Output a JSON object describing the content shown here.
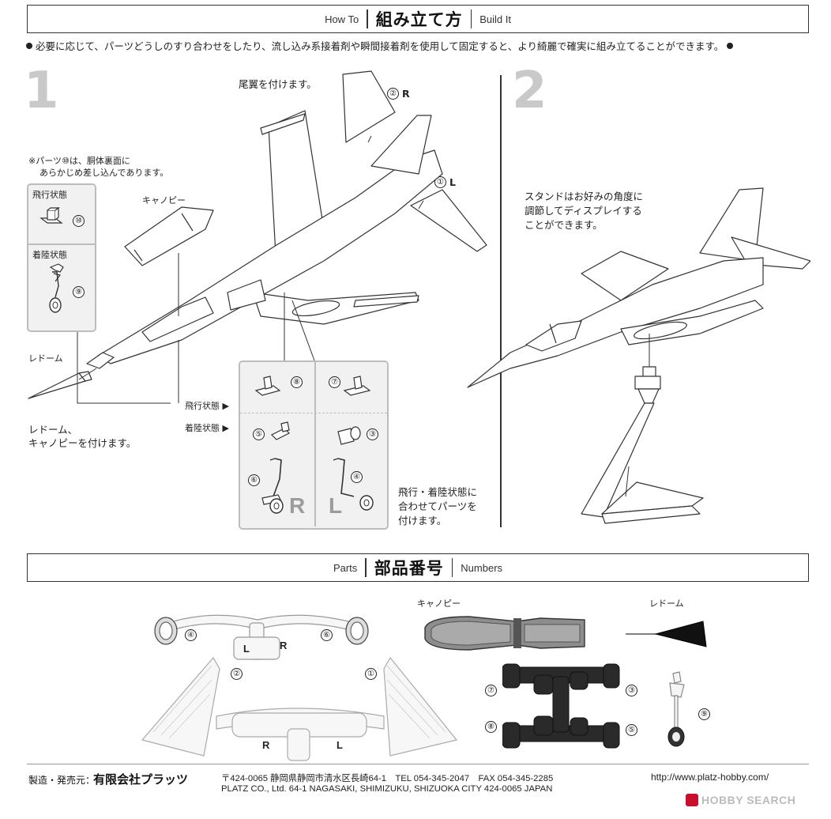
{
  "header_top": {
    "left": "How To",
    "center": "組み立て方",
    "right": "Build It"
  },
  "intro_note": "必要に応じて、パーツどうしのすり合わせをしたり、流し込み系接着剤や瞬間接着剤を使用して固定すると、より綺麗で確実に組み立てることができます。",
  "step1": {
    "number": "1",
    "tail_note": "尾翼を付けます。",
    "part2_label": "R",
    "part1_label": "L",
    "insert_note_line1": "※パーツ⑩は、胴体裏面に",
    "insert_note_line2": "あらかじめ差し込んであります。",
    "flight_state": "飛行状態",
    "landing_state": "着陸状態",
    "canopy_label": "キャノピー",
    "radome_label": "レドーム",
    "radome_note_line1": "レドーム、",
    "radome_note_line2": "キャノピーを付けます。",
    "flight_state_arrow": "飛行状態 ▶",
    "landing_state_arrow": "着陸状態 ▶",
    "gear_note_line1": "飛行・着陸状態に",
    "gear_note_line2": "合わせてパーツを",
    "gear_note_line3": "付けます。",
    "panel_R": "R",
    "panel_L": "L"
  },
  "step2": {
    "number": "2",
    "stand_note_line1": "スタンドはお好みの角度に",
    "stand_note_line2": "調節してディスプレイする",
    "stand_note_line3": "ことができます。"
  },
  "header_parts": {
    "left": "Parts",
    "center": "部品番号",
    "right": "Numbers"
  },
  "parts": {
    "canopy_label": "キャノピー",
    "radome_label": "レドーム",
    "sprue_L": "L",
    "sprue_R": "R",
    "sprue2_R": "R",
    "sprue2_L": "L"
  },
  "part_numbers": {
    "n1": "①",
    "n2": "②",
    "n3": "③",
    "n4": "④",
    "n5": "⑤",
    "n6": "⑥",
    "n7": "⑦",
    "n8": "⑧",
    "n9": "⑨",
    "n10": "⑩"
  },
  "footer": {
    "maker_label": "製造・発売元：",
    "company": "有限会社プラッツ",
    "address_jp": "〒424-0065 静岡県静岡市清水区長崎64-1　TEL 054-345-2047　FAX 054-345-2285",
    "address_en": "PLATZ CO., Ltd.  64-1 NAGASAKI, SHIMIZUKU, SHIZUOKA CITY 424-0065 JAPAN",
    "url": "http://www.platz-hobby.com/",
    "watermark": "HOBBY SEARCH"
  }
}
